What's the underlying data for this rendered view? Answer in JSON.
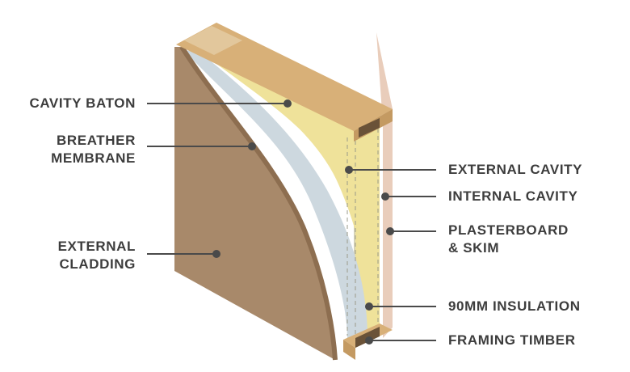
{
  "labels": {
    "cavity_baton": "CAVITY BATON",
    "breather_membrane_line1": "BREATHER",
    "breather_membrane_line2": "MEMBRANE",
    "external_cladding_line1": "EXTERNAL",
    "external_cladding_line2": "CLADDING",
    "external_cavity": "EXTERNAL CAVITY",
    "internal_cavity": "INTERNAL CAVITY",
    "plasterboard_line1": "PLASTERBOARD",
    "plasterboard_line2": "& SKIM",
    "insulation": "90MM INSULATION",
    "framing_timber": "FRAMING TIMBER"
  },
  "colors": {
    "text": "#3d3d3d",
    "leader": "#4a4a4a",
    "cladding": "#a8896a",
    "cladding_edge": "#8d6e50",
    "membrane": "#cdd8df",
    "insulation": "#efe29a",
    "cavity": "#d6d3b8",
    "timber_top": "#d8b078",
    "timber_light": "#e2c79c",
    "timber_dark": "#6a5238",
    "plasterboard": "#e9cdbb"
  }
}
